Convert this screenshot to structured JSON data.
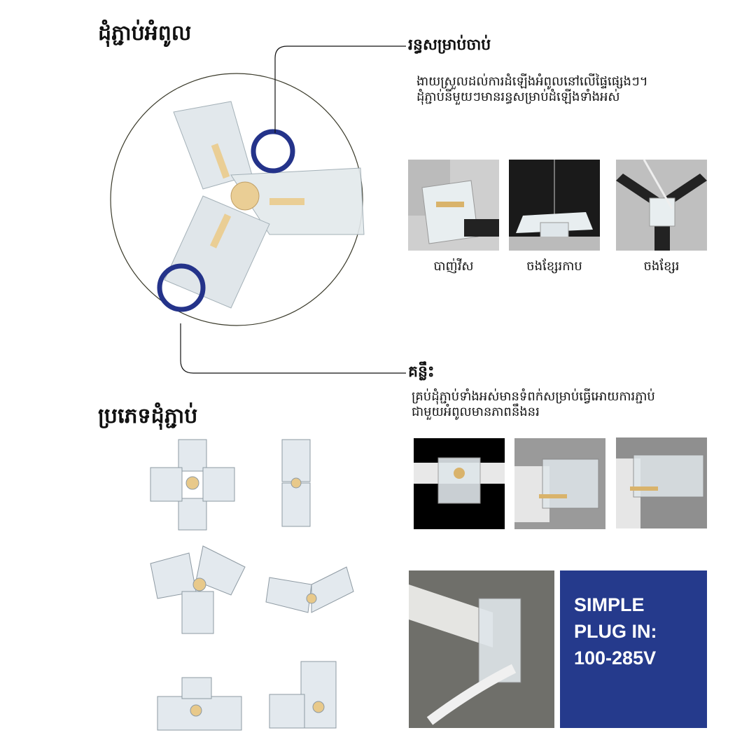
{
  "title": "ដុំភ្ជាប់អំពូល",
  "mount_hole": {
    "label": "រន្ធសម្រាប់ចាប់",
    "lines": [
      "ងាយស្រួលដល់ការដំឡើងអំពូលនៅលើផ្ទៃផ្សេងៗ។",
      "ដុំភ្ជាប់នីមួយៗមានរន្ធសម្រាប់ដំឡើងទាំងអស់"
    ],
    "captions": [
      "បាញ់វីស",
      "ចងខ្សែរកាប",
      "ចងខ្សែរ"
    ]
  },
  "tip": {
    "label": "គន្លឹះ",
    "lines": [
      "គ្រប់ដុំភ្ជាប់ទាំងអស់មានទំពក់សម្រាប់ធ្វើអោយការភ្ជាប់",
      "ជាមួយអំពូលមានភាពនឹងនរ"
    ]
  },
  "types_title": "ប្រភេទដុំភ្ជាប់",
  "promo": {
    "lines": [
      "SIMPLE",
      "PLUG IN:",
      "100-285V"
    ]
  },
  "colors": {
    "accent": "#253a8c",
    "ring": "#24338a",
    "circle": "#3a3a2a"
  }
}
